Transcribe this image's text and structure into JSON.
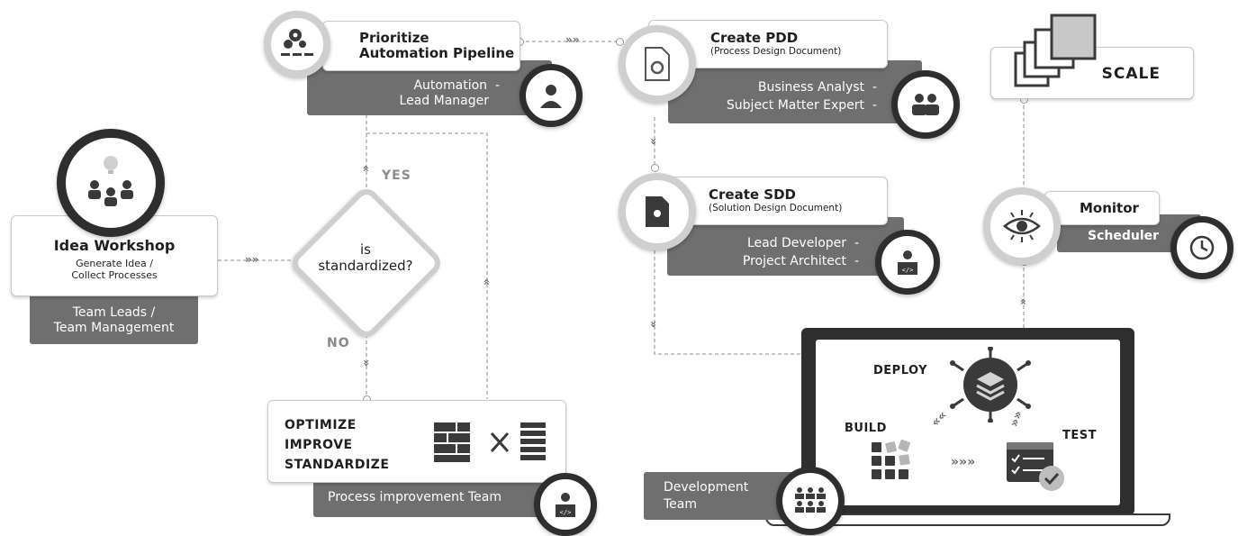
{
  "idea": {
    "title": "Idea Workshop",
    "line1": "Generate Idea /",
    "line2": "Collect Processes",
    "role1": "Team Leads /",
    "role2": "Team Management"
  },
  "decision": {
    "line1": "is",
    "line2": "standardized?",
    "yes": "YES",
    "no": "NO"
  },
  "prioritize": {
    "line1": "Prioritize",
    "line2": "Automation Pipeline",
    "role1": "Automation",
    "role2": "Lead Manager",
    "dash": "-"
  },
  "optimize": {
    "line1": "OPTIMIZE",
    "line2": "IMPROVE",
    "line3": "STANDARDIZE",
    "role": "Process improvement Team"
  },
  "pdd": {
    "title": "Create PDD",
    "subtitle": "(Process Design Document)",
    "role1": "Business Analyst",
    "role2": "Subject Matter Expert",
    "dash": "-"
  },
  "sdd": {
    "title": "Create SDD",
    "subtitle": "(Solution Design Document)",
    "role1": "Lead Developer",
    "role2": "Project Architect",
    "dash": "-"
  },
  "scale": {
    "title": "SCALE"
  },
  "monitor": {
    "title": "Monitor",
    "role": "Scheduler"
  },
  "dev": {
    "deploy": "DEPLOY",
    "build": "BUILD",
    "test": "TEST",
    "role1": "Development",
    "role2": "Team"
  },
  "colors": {
    "dark": "#3a3a3a",
    "band": "#6f6f6f",
    "ring": "#cfcfcf",
    "line": "#a5a5a5"
  }
}
